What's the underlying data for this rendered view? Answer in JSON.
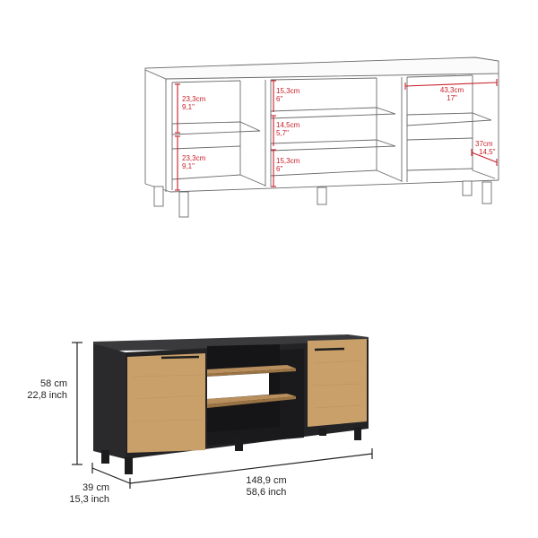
{
  "diagram": {
    "type": "furniture-dimension-diagram",
    "subject": "TV stand with two wood-finish doors and open center shelves",
    "colors": {
      "line_drawing": "#555555",
      "dimension_red": "#c8202a",
      "body_black": "#2a2a2c",
      "wood": "#c9a06a",
      "label_text": "#222222"
    }
  },
  "line_drawing": {
    "left_section": {
      "upper": {
        "cm": "23,3cm",
        "inch": "9,1\""
      },
      "lower": {
        "cm": "23,3cm",
        "inch": "9,1\""
      }
    },
    "center_section": {
      "top": {
        "cm": "15,3cm",
        "inch": "6\""
      },
      "middle": {
        "cm": "14,5cm",
        "inch": "5,7\""
      },
      "bottom": {
        "cm": "15,3cm",
        "inch": "6\""
      }
    },
    "right_section": {
      "width": {
        "cm": "43,3cm",
        "inch": "17\""
      },
      "depth": {
        "cm": "37cm",
        "inch": "14,5\""
      }
    }
  },
  "product_render": {
    "height": {
      "cm": "58 cm",
      "inch": "22,8 inch"
    },
    "depth": {
      "cm": "39 cm",
      "inch": "15,3 inch"
    },
    "width": {
      "cm": "148,9 cm",
      "inch": "58,6 inch"
    }
  }
}
